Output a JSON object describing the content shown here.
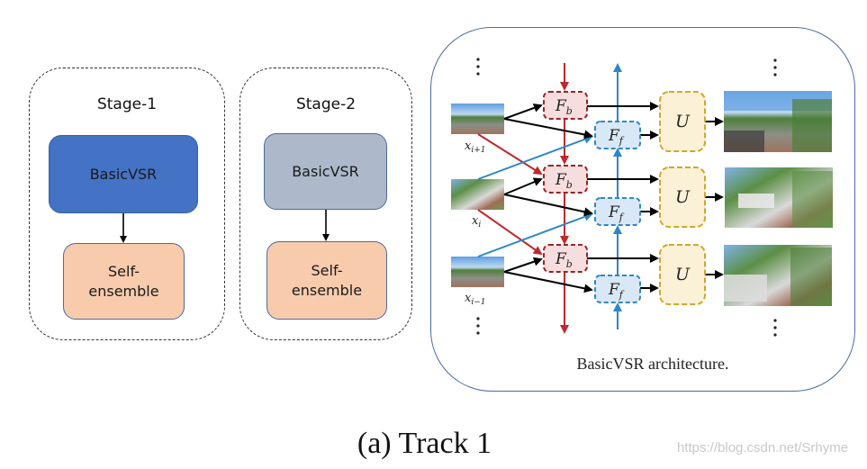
{
  "stages": [
    {
      "title": "Stage-1",
      "model": "BasicVSR",
      "post": "Self-\nensemble",
      "model_color": "#4472C4"
    },
    {
      "title": "Stage-2",
      "model": "BasicVSR",
      "post": "Self-\nensemble",
      "model_color": "#ADB9CA"
    }
  ],
  "self_ensemble_color": "#F8CBAD",
  "architecture": {
    "label": "BasicVSR architecture.",
    "inputs": [
      "x_{i+1}",
      "x_i",
      "x_{i-1}"
    ],
    "input_labels": {
      "top": "i+1",
      "mid": "i",
      "bot": "i−1"
    },
    "backward_module": "F",
    "backward_sub": "b",
    "forward_module": "F",
    "forward_sub": "f",
    "upsample_module": "U",
    "colors": {
      "backward": "#C0282B",
      "forward": "#2F86C8",
      "upsample": "#D4A62A",
      "backward_fill": "#F7DEDE",
      "forward_fill": "#D9E8F6",
      "upsample_fill": "#FBF1D6"
    },
    "ellipsis": "⋮"
  },
  "caption": "(a) Track 1",
  "watermark": "https://blog.csdn.net/Srhyme"
}
